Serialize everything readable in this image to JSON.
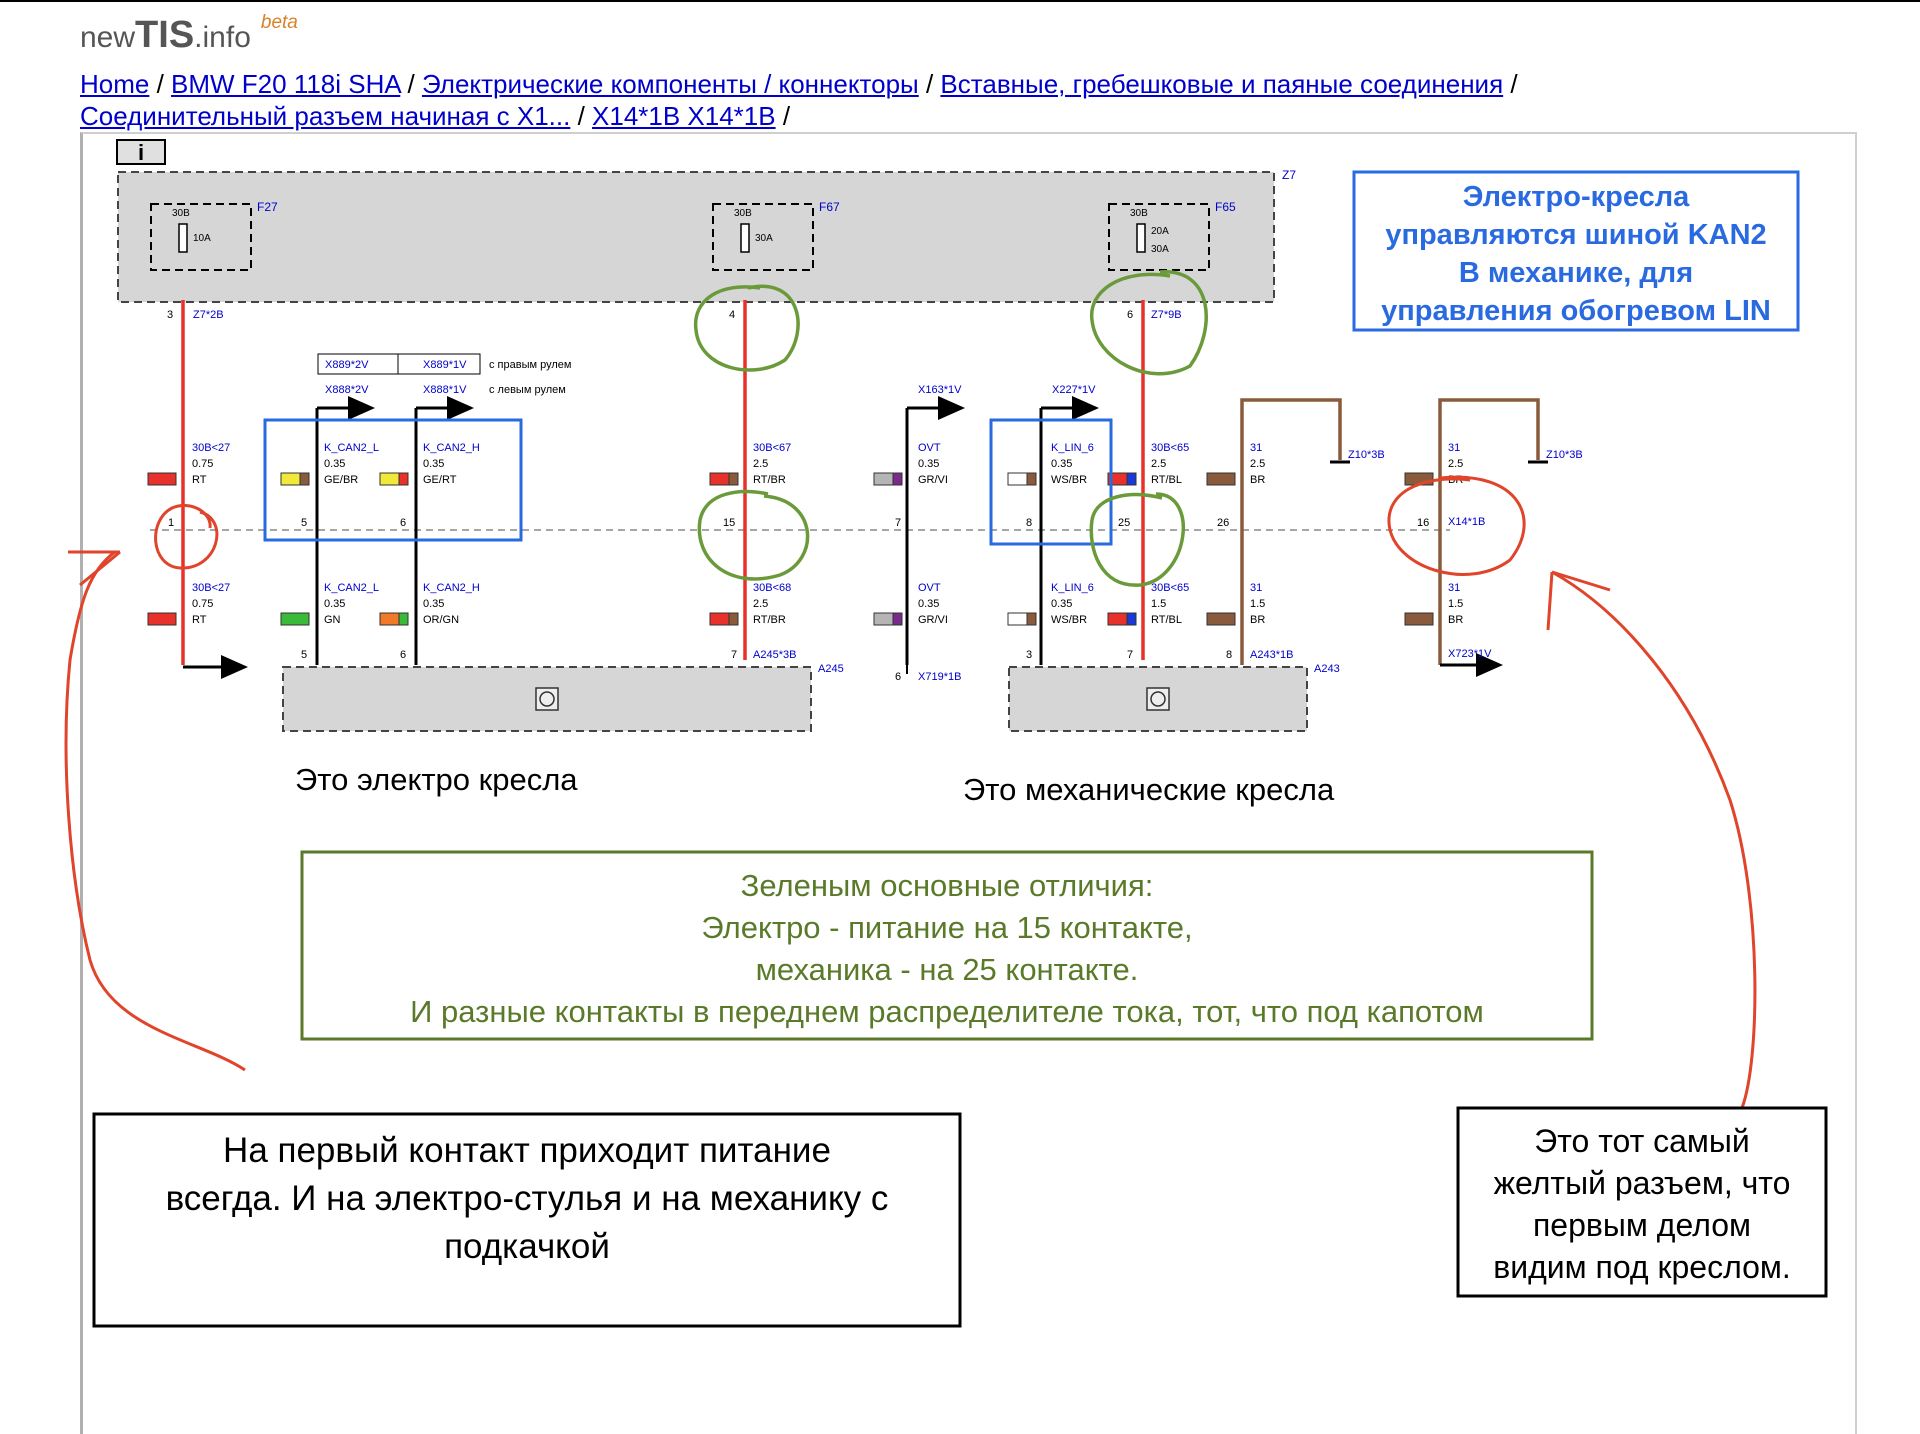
{
  "site": {
    "logo_prefix": "new",
    "logo_main": "TIS",
    "logo_suffix": ".info",
    "logo_badge": "beta"
  },
  "breadcrumb": [
    {
      "label": "Home"
    },
    {
      "label": "BMW F20 118i SHA"
    },
    {
      "label": "Электрические компоненты / коннекторы"
    },
    {
      "label": "Вставные, гребешковые и паяные соединения"
    },
    {
      "label": "Соединительный разъем начиная с X1..."
    },
    {
      "label": "X14*1B X14*1B"
    }
  ],
  "toolbar": {
    "info_icon": "i"
  },
  "diagram": {
    "module_z7": "Z7",
    "fuses": [
      {
        "name": "F27",
        "terminal": "30B",
        "rating": "10A",
        "pin": "3",
        "connector": "Z7*2B"
      },
      {
        "name": "F67",
        "terminal": "30B",
        "rating": "30A",
        "pin": "4",
        "connector": ""
      },
      {
        "name": "F65",
        "terminal": "30B",
        "rating_a": "20A",
        "rating_b": "30A",
        "pin": "6",
        "connector": "Z7*9B"
      }
    ],
    "steering_table": {
      "row1": {
        "a": "X889*2V",
        "b": "X889*1V",
        "note": "с правым рулем"
      },
      "row2": {
        "a": "X888*2V",
        "b": "X888*1V",
        "note": "с левым рулем"
      }
    },
    "connector_labels": {
      "x163": "X163*1V",
      "x227": "X227*1V",
      "z10_a": "Z10*3B",
      "z10_b": "Z10*3B",
      "x14": "X14*1B",
      "a245": "A245",
      "a245_pin": "A245*3B",
      "x719": "X719*1B",
      "x719_pin": "6",
      "a243": "A243",
      "a243_pin": "A243*1B",
      "x723": "X723*1V"
    },
    "connector_pins": [
      "1",
      "5",
      "6",
      "15",
      "7",
      "8",
      "25",
      "26",
      "16"
    ],
    "upper_wires": [
      {
        "sig": "30B<27",
        "size": "0.75",
        "color": "RT"
      },
      {
        "sig": "K_CAN2_L",
        "size": "0.35",
        "color": "GE/BR"
      },
      {
        "sig": "K_CAN2_H",
        "size": "0.35",
        "color": "GE/RT"
      },
      {
        "sig": "30B<67",
        "size": "2.5",
        "color": "RT/BR"
      },
      {
        "sig": "OVT",
        "size": "0.35",
        "color": "GR/VI"
      },
      {
        "sig": "K_LIN_6",
        "size": "0.35",
        "color": "WS/BR"
      },
      {
        "sig": "30B<65",
        "size": "2.5",
        "color": "RT/BL"
      },
      {
        "sig": "31",
        "size": "2.5",
        "color": "BR"
      },
      {
        "sig": "31",
        "size": "2.5",
        "color": "BR"
      }
    ],
    "lower_wires": [
      {
        "sig": "30B<27",
        "size": "0.75",
        "color": "RT"
      },
      {
        "sig": "K_CAN2_L",
        "size": "0.35",
        "color": "GN"
      },
      {
        "sig": "K_CAN2_H",
        "size": "0.35",
        "color": "OR/GN"
      },
      {
        "sig": "30B<68",
        "size": "2.5",
        "color": "RT/BR"
      },
      {
        "sig": "OVT",
        "size": "0.35",
        "color": "GR/VI"
      },
      {
        "sig": "K_LIN_6",
        "size": "0.35",
        "color": "WS/BR"
      },
      {
        "sig": "30B<65",
        "size": "1.5",
        "color": "RT/BL"
      },
      {
        "sig": "31",
        "size": "1.5",
        "color": "BR"
      },
      {
        "sig": "31",
        "size": "1.5",
        "color": "BR"
      }
    ],
    "lower_pins": [
      "5",
      "6",
      "7",
      "3",
      "7",
      "8"
    ]
  },
  "annotations": {
    "blue_note": [
      "Электро-кресла",
      "управляются шиной KAN2",
      "В механике, для",
      "управления обогревом LIN"
    ],
    "electric_label": "Это электро кресла",
    "mechanic_label": "Это механические кресла",
    "green_note": [
      "Зеленым основные отличия:",
      "Электро - питание на 15 контакте,",
      "механика - на 25 контакте.",
      "И разные контакты в переднем распределителе тока, тот, что под капотом"
    ],
    "left_note": [
      "На первый контакт приходит питание",
      "всегда. И на электро-стулья и на механику с",
      "подкачкой"
    ],
    "right_note": [
      "Это тот самый",
      "желтый разъем, что",
      "первым делом",
      "видим под креслом."
    ]
  },
  "colors": {
    "link": "#0000cc",
    "wire_red": "#e8312a",
    "wire_black": "#000000",
    "wire_brown": "#8a5a3c",
    "annot_blue": "#2a6ae0",
    "annot_green": "#5a7a2a",
    "annot_red": "#e0442a",
    "schem_blue": "#0000cc"
  }
}
